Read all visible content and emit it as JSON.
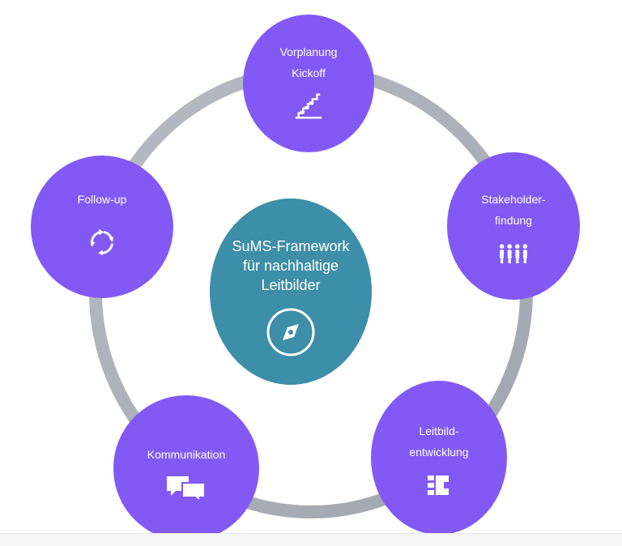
{
  "center": {
    "title": "SuMS-Framework\nfür nachhaltige\nLeitbilder",
    "icon": "compass-icon"
  },
  "steps": [
    {
      "label": "Vorplanung\nKickoff",
      "icon": "stairs-icon"
    },
    {
      "label": "Stakeholder-\nfindung",
      "icon": "people-group-icon"
    },
    {
      "label": "Leitbild-\nentwicklung",
      "icon": "puzzle-icon"
    },
    {
      "label": "Kommunikation",
      "icon": "speech-bubbles-icon"
    },
    {
      "label": "Follow-up",
      "icon": "refresh-cycle-icon"
    }
  ],
  "colors": {
    "node": "#8259f5",
    "center": "#3d8ea8",
    "ring": "#aeb3bc"
  }
}
